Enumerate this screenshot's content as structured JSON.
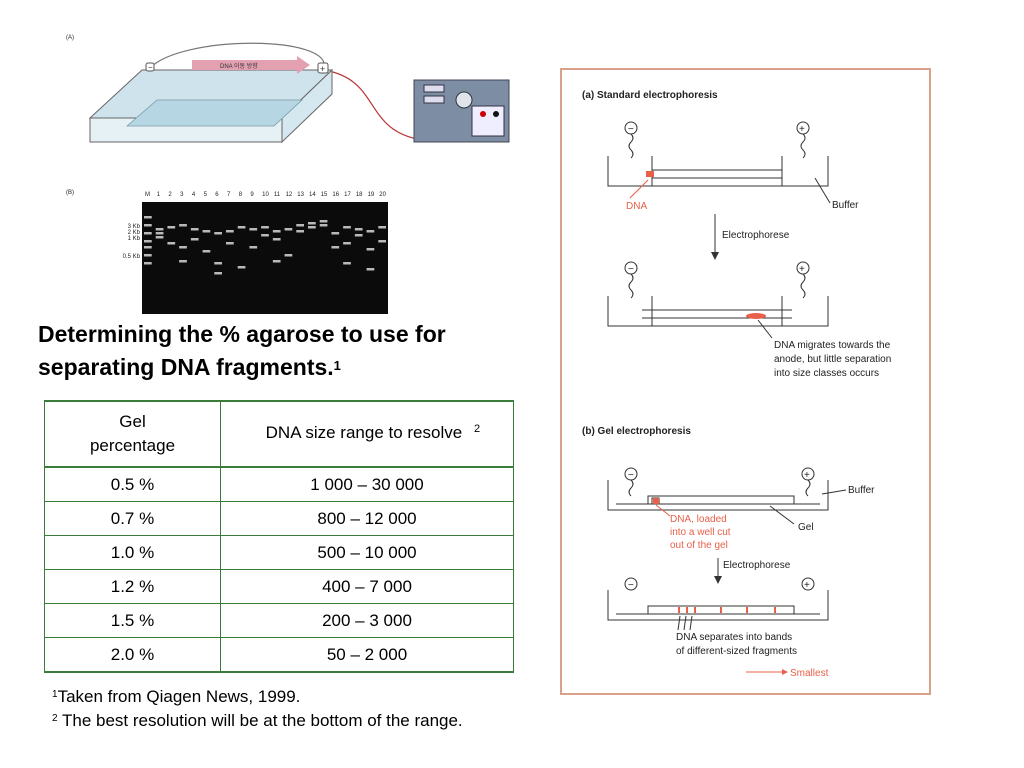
{
  "figure_a": {
    "panel_label": "(A)",
    "arrow_label": "DNA 이동 방향",
    "minus": "−",
    "plus": "+"
  },
  "figure_b": {
    "panel_label": "(B)",
    "lane_labels": [
      "M",
      "1",
      "2",
      "3",
      "4",
      "5",
      "6",
      "7",
      "8",
      "9",
      "10",
      "11",
      "12",
      "13",
      "14",
      "15",
      "16",
      "17",
      "18",
      "19",
      "20"
    ],
    "size_labels": [
      "3 Kb",
      "2 Kb",
      "1 Kb",
      "0.5 Kb"
    ]
  },
  "heading": {
    "text": "Determining the % agarose to use for separating DNA fragments.",
    "sup": "1"
  },
  "table": {
    "headers": {
      "col1": "Gel percentage",
      "col2": "DNA size range to resolve",
      "col2_sup": "2"
    },
    "rows": [
      {
        "gel": "0.5 %",
        "range": "1 000 – 30 000"
      },
      {
        "gel": "0.7 %",
        "range": "800 – 12 000"
      },
      {
        "gel": "1.0 %",
        "range": "500 – 10 000"
      },
      {
        "gel": "1.2 %",
        "range": "400 – 7 000"
      },
      {
        "gel": "1.5 %",
        "range": "200 – 3 000"
      },
      {
        "gel": "2.0 %",
        "range": "50 – 2 000"
      }
    ]
  },
  "footnotes": [
    {
      "sup": "1",
      "text": "Taken from Qiagen News, 1999."
    },
    {
      "sup": "2",
      "text": " The best resolution will be at the bottom of the range."
    }
  ],
  "diagram": {
    "title_a": "(a)  Standard electrophoresis",
    "dna_label": "DNA",
    "buffer_label": "Buffer",
    "electrophorese_1": "Electrophorese",
    "migrate_note": [
      "DNA migrates towards the",
      "anode, but little separation",
      "into size classes occurs"
    ],
    "title_b": "(b)  Gel electrophoresis",
    "buffer_label_b": "Buffer",
    "gel_label": "Gel",
    "loaded_note": [
      "DNA, loaded",
      "into a well cut",
      "out of the gel"
    ],
    "electrophorese_2": "Electrophorese",
    "separates_note": [
      "DNA separates into bands",
      "of different-sized fragments"
    ],
    "smallest_label": "Smallest",
    "minus": "−",
    "plus": "+",
    "colors": {
      "border": "#d9a08a",
      "dna": "#e8604a",
      "line": "#333333"
    }
  }
}
